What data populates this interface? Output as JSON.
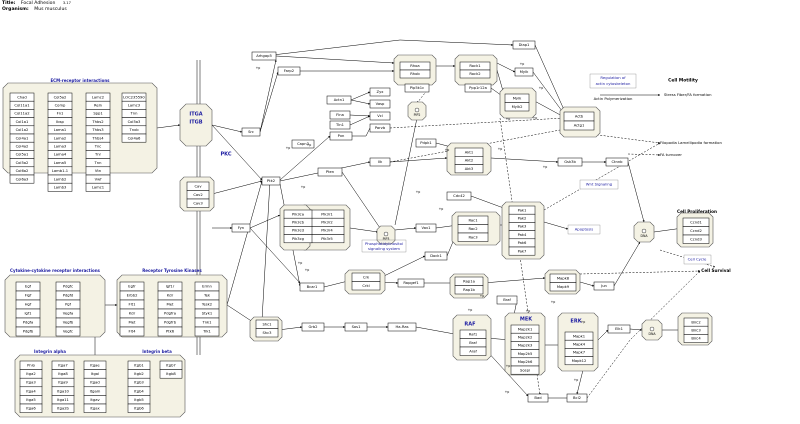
{
  "header": {
    "title_label": "Title:",
    "title_value": "Focal Adhesion",
    "title_suffix": "3.17",
    "organism_label": "Organism:",
    "organism_value": "Mus musculus"
  },
  "groups": {
    "ecm": {
      "title": "ECM-receptor interactions",
      "columns": [
        [
          "Chad",
          "Col11a1",
          "Col11a2",
          "Col1a1",
          "Col1a2",
          "Col4a1",
          "Col4a2",
          "Col5a1",
          "Col5a2",
          "Col6a2",
          "Col6a3"
        ],
        [
          "Col5a2",
          "Comp",
          "Fn1",
          "Ibsp",
          "Lama1",
          "Lama2",
          "Lama3",
          "Lama4",
          "Lama5",
          "Lamb1-1",
          "Lamb2",
          "Lamb3"
        ],
        [
          "Lamc2",
          "Reln",
          "Spp1",
          "Thbs2",
          "Thbs3",
          "Thbs4",
          "Tnc",
          "Tnr",
          "Tnn",
          "Vtn",
          "Vwf",
          "Lamc1"
        ],
        [
          "LOC235590",
          "Lamc3",
          "Tnn",
          "Col5a3",
          "Tnxb",
          "Col4a6"
        ]
      ]
    },
    "cytokine": {
      "title": "Cytokine-cytokine receptor interactions",
      "columns": [
        [
          "Egf",
          "Figf",
          "Hgf",
          "Igf1",
          "Pdgfa",
          "Pdgfb"
        ],
        [
          "Pdgfc",
          "Pdgfd",
          "Pgf",
          "Vegfa",
          "Vegfb",
          "Vegfc"
        ]
      ]
    },
    "rtk": {
      "title": "Receptor Tyrosine Kinases",
      "columns": [
        [
          "Egfr",
          "Erbb2",
          "Flt1",
          "Kdr",
          "Met",
          "Flt4"
        ],
        [
          "Igf1r",
          "Kdr",
          "Met",
          "Pdgfra",
          "Pdgfrb",
          "Ptk6"
        ],
        [
          "Ermn",
          "Tek",
          "Tesk2",
          "Styk1",
          "Tnk1",
          "Trk1"
        ]
      ]
    },
    "integrin": {
      "alpha_title": "Integrin alpha",
      "beta_title": "Integrin beta",
      "columns": [
        [
          "Pnlo",
          "Itga2",
          "Itga3",
          "Itga4",
          "Itga5",
          "Itga6"
        ],
        [
          "Itga7",
          "Itga8",
          "Itga9",
          "Itga10",
          "Itga11",
          "Itga2b"
        ],
        [
          "Itgae",
          "Itgal",
          "Itgad",
          "Itgam",
          "Itgav",
          "Itgax"
        ],
        [
          "Itgb1",
          "Itgb2",
          "Itgb3",
          "Itgb4",
          "Itgb5",
          "Itgb6"
        ],
        [
          "Itgb7",
          "Itgb8"
        ]
      ]
    }
  },
  "nodes": {
    "itga": "ITGA",
    "itgb": "ITGB",
    "pkc": "PKC",
    "arhgap5": "Arhgap5",
    "rhoa": "Rhoa",
    "rhob": "Rhob",
    "rock1": "Rock1",
    "rock2": "Rock2",
    "diap1": "Diap1",
    "mylk": "Mylk",
    "farp2": "Farp2",
    "pip5k1c": "Pip5k1c",
    "ppp1r12a": "Ppp1r12a",
    "mylk2": "Mylk",
    "myh2": "Mylk2",
    "actn1": "Actn1",
    "zyx": "Zyx",
    "vasp": "Vasp",
    "vcl": "Vcl",
    "flna": "Flna",
    "tln1": "Tln1",
    "parvb": "Parvb",
    "pxn": "Pxn",
    "ilk": "Ilk",
    "src": "Src",
    "ptk2": "Ptk2",
    "capn3": "Capn3",
    "pdpk1": "Pdpk1",
    "akt1": "Akt1",
    "akt2": "Akt2",
    "akt3": "Akt3",
    "gsk3b": "Gsk3b",
    "ctnnb1": "Ctnnb",
    "actb": "Actb",
    "actg1": "Actg1",
    "pten": "Pten",
    "cav1": "Cav",
    "cav2": "Cav2",
    "cav3": "Cav3",
    "fyn": "Fyn",
    "pik3": [
      "Pik3ca",
      "Pik3cb",
      "Pik3cd",
      "Pik3cg"
    ],
    "pik3r": [
      "Pik3r1",
      "Pik3r2",
      "Pik3r4",
      "Pik3r5"
    ],
    "pip2": "PIP2",
    "pip3": "PIP3",
    "vav1": "Vav1",
    "cdc42": "Cdc42",
    "rac1": "Rac1",
    "rac2": "Rac2",
    "rac3": "Rac3",
    "pak": [
      "Pak1",
      "Pak2",
      "Pak3",
      "Pak4",
      "Pak6",
      "Pak7"
    ],
    "dock1": "Dock1",
    "crk": "Crk",
    "crkl": "Crkl",
    "bcar1": "Bcar1",
    "rapgef1": "Rapgef1",
    "rap1a": "Rap1a",
    "rap1b": "Rap1b",
    "braf": "Braf",
    "mapk8": "Mapk8",
    "mapk9": "Mapk9",
    "jun": "Jun",
    "shc1": "Shc1",
    "shc3": "Shc3",
    "grb2": "Grb2",
    "sos1": "Sos1",
    "hras": "Ha-Ras",
    "raf": [
      "Raf1",
      "Braf",
      "Araf"
    ],
    "mek": [
      "Map2k1",
      "Map2k2",
      "Map2k3",
      "Map2k5",
      "Map2k6",
      "Sospi"
    ],
    "erk": [
      "Mapk1",
      "Mapk4",
      "Mapk7",
      "Mapk12"
    ],
    "elk1": "Elk1",
    "bad": "Bad",
    "bcl2": "Bcl2",
    "birc": [
      "Birc2",
      "Birc3",
      "Birc4"
    ],
    "ccnd": [
      "Ccnd1",
      "Ccnd2",
      "Ccnd3"
    ],
    "dna": "DNA",
    "dna2": "DNA",
    "raf_label": "RAF",
    "mek_label": "MEK",
    "erk_label": "ERK"
  },
  "labels": {
    "pip_system": [
      "Phosphatidylinositol",
      "signaling system"
    ],
    "apoptosis": "Apoptosis",
    "wnt": "Wnt Signaling",
    "reg_actin": [
      "Regulation of",
      "actin cytoskeleton"
    ],
    "actin_poly": "Actin Polymerization",
    "cell_motility": "Cell Motility",
    "stress_fiber": "Stress Fiber/FA formation",
    "filopodia": "Filopodia Lamellipodia formation",
    "fa_turnover": "FA turnover",
    "cell_prolif": "Cell Proliferation",
    "cell_cycle": "Cell Cycle",
    "cell_survival": "Cell Survival",
    "plus_p": "+p"
  },
  "colors": {
    "group_fill": "#f4f2e4",
    "group_stroke": "#555555",
    "title_blue": "#1a1aa0",
    "line": "#000000"
  }
}
